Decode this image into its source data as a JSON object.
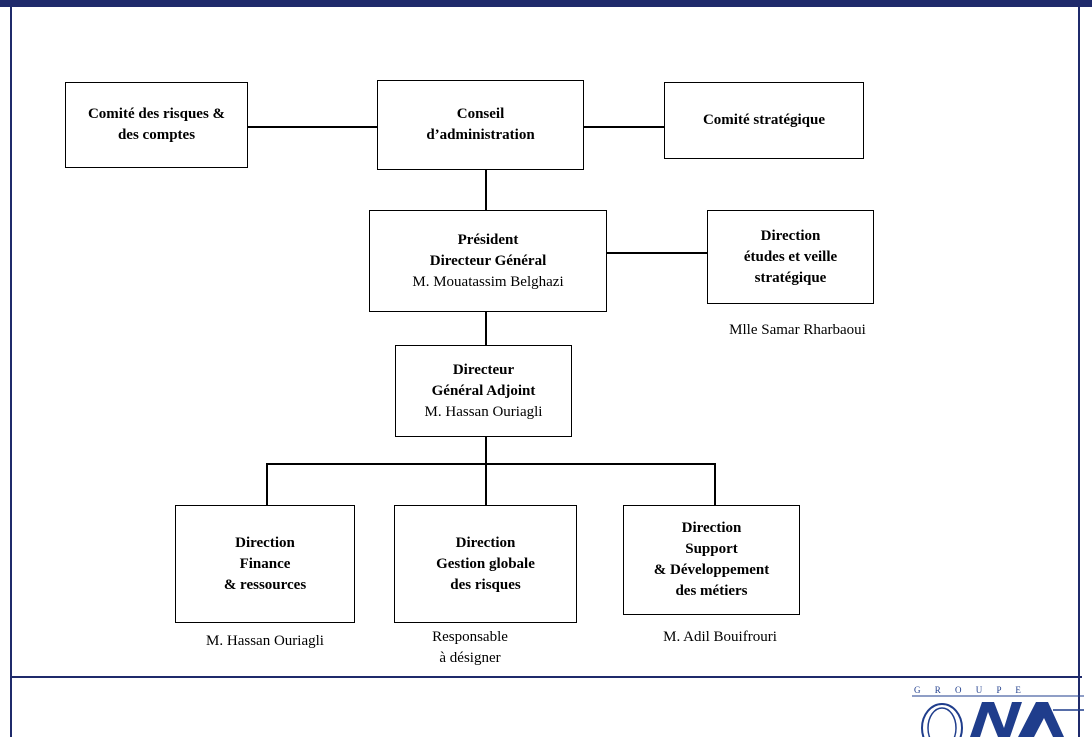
{
  "org": {
    "conseil": {
      "l1": "Conseil",
      "l2": "d’administration"
    },
    "comite_risques": {
      "l1": "Comité des risques &",
      "l2": "des comptes"
    },
    "comite_strategique": {
      "l1": "Comité stratégique"
    },
    "president": {
      "l1": "Président",
      "l2": "Directeur Général",
      "name": "M. Mouatassim Belghazi"
    },
    "direction_etudes": {
      "l1": "Direction",
      "l2": "études et veille",
      "l3": "stratégique",
      "caption": "Mlle Samar Rharbaoui"
    },
    "dga": {
      "l1": "Directeur",
      "l2": "Général Adjoint",
      "name": "M. Hassan Ouriagli"
    },
    "finance": {
      "l1": "Direction",
      "l2": "Finance",
      "l3": "& ressources",
      "caption": "M. Hassan Ouriagli"
    },
    "risques": {
      "l1": "Direction",
      "l2": "Gestion globale",
      "l3": "des risques",
      "caption_l1": "Responsable",
      "caption_l2": "à désigner"
    },
    "support": {
      "l1": "Direction",
      "l2": "Support",
      "l3": "& Développement",
      "l4": "des métiers",
      "caption": "M. Adil Bouifrouri"
    }
  },
  "logo": {
    "top_text": "G R O U P E",
    "text": "ONA"
  },
  "colors": {
    "frame": "#1f2a6b",
    "logo_blue": "#1f3d8c"
  }
}
